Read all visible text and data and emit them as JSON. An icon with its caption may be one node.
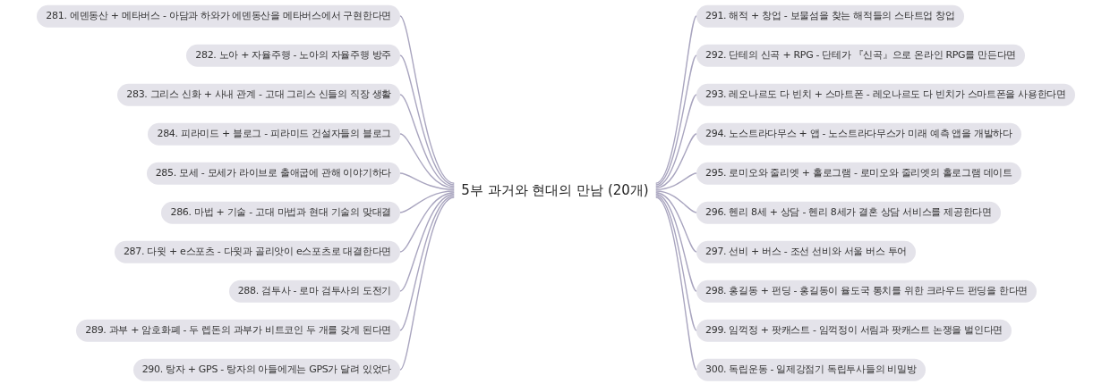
{
  "diagram": {
    "nodes": [
      {
        "text": [
          "5부 과거와 현대의 만남 (20개)"
        ]
      },
      {
        "text": [
          "281. 에덴동산 + 메타버스 - 아담과 하와가 에덴동산을 메타버스에서 구현한다면"
        ]
      },
      {
        "text": [
          "282. 노아 + 자율주행 - 노아의 자율주행 방주"
        ]
      },
      {
        "text": [
          "283. 그리스 신화 + 사내 관계 - 고대 그리스 신들의 직장 생활"
        ]
      },
      {
        "text": [
          "284. 피라미드 + 블로그 - 피라미드 건설자들의 블로그"
        ]
      },
      {
        "text": [
          "285. 모세 - 모세가 라이브로 출애굽에 관해 이야기하다"
        ]
      },
      {
        "text": [
          "286. 마법 + 기술 - 고대 마법과 현대 기술의 맞대결"
        ]
      },
      {
        "text": [
          "287. 다윗 + e스포츠 - 다윗과 골리앗이 e스포츠로 대결한다면"
        ]
      },
      {
        "text": [
          "288. 검투사 - 로마 검투사의 도전기"
        ]
      },
      {
        "text": [
          "289. 과부 + 암호화폐 - 두 렙돈의 과부가 비트코인 두 개를 갖게 된다면"
        ]
      },
      {
        "text": [
          "290. 탕자 + GPS - 탕자의 아들에게는 GPS가 달려 있었다"
        ]
      },
      {
        "text": [
          "291. 해적 + 창업 - 보물섬을 찾는 해적들의 스타트업 창업"
        ]
      },
      {
        "text": [
          "292. 단테의 신곡 + RPG - 단테가 『신곡』으로 온라인 RPG를 만든다면"
        ]
      },
      {
        "text": [
          "293. 레오나르도 다 빈치 + 스마트폰 - 레오나르도 다 빈치가 스마트폰을 사용한다면"
        ]
      },
      {
        "text": [
          "294. 노스트라다무스 + 앱 - 노스트라다무스가 미래 예측 앱을 개발하다"
        ]
      },
      {
        "text": [
          "295. 로미오와 줄리엣 + 홀로그램 - 로미오와 줄리엣의 홀로그램 데이트"
        ]
      },
      {
        "text": [
          "296. 헨리 8세 + 상담 - 헨리 8세가 결혼 상담 서비스를 제공한다면"
        ]
      },
      {
        "text": [
          "297. 선비 + 버스 - 조선 선비와 서울 버스 투어"
        ]
      },
      {
        "text": [
          "298. 홍길동 + 펀딩 - 홍길동이 율도국 통치를 위한 크라우드 펀딩을 한다면"
        ]
      },
      {
        "text": [
          "299. 임꺽정 + 팟캐스트 - 임꺽정이 서림과 팟캐스트 논쟁을 벌인다면"
        ]
      },
      {
        "text": [
          "300. 독립운동 - 일제강점기 독립투사들의 비밀방"
        ]
      }
    ],
    "edges": [
      {
        "from": 0,
        "to": 1,
        "arrow": "none"
      },
      {
        "from": 0,
        "to": 2,
        "arrow": "none"
      },
      {
        "from": 0,
        "to": 3,
        "arrow": "none"
      },
      {
        "from": 0,
        "to": 4,
        "arrow": "none"
      },
      {
        "from": 0,
        "to": 5,
        "arrow": "none"
      },
      {
        "from": 0,
        "to": 6,
        "arrow": "none"
      },
      {
        "from": 0,
        "to": 7,
        "arrow": "none"
      },
      {
        "from": 0,
        "to": 8,
        "arrow": "none"
      },
      {
        "from": 0,
        "to": 9,
        "arrow": "none"
      },
      {
        "from": 0,
        "to": 10,
        "arrow": "none"
      },
      {
        "from": 0,
        "to": 11,
        "arrow": "none"
      },
      {
        "from": 0,
        "to": 12,
        "arrow": "none"
      },
      {
        "from": 0,
        "to": 13,
        "arrow": "none"
      },
      {
        "from": 0,
        "to": 14,
        "arrow": "none"
      },
      {
        "from": 0,
        "to": 15,
        "arrow": "none"
      },
      {
        "from": 0,
        "to": 16,
        "arrow": "none"
      },
      {
        "from": 0,
        "to": 17,
        "arrow": "none"
      },
      {
        "from": 0,
        "to": 18,
        "arrow": "none"
      },
      {
        "from": 0,
        "to": 19,
        "arrow": "none"
      },
      {
        "from": 0,
        "to": 20,
        "arrow": "none"
      }
    ]
  }
}
